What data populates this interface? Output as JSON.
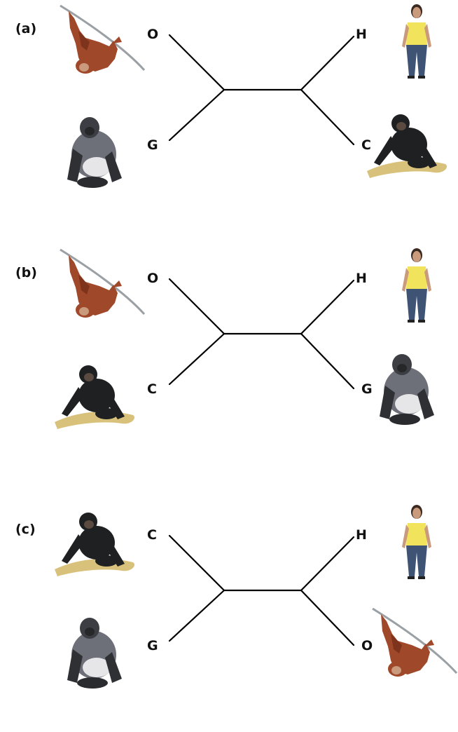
{
  "panels": [
    {
      "label": "(a)",
      "leaves": {
        "top_left": "O",
        "bottom_left": "G",
        "top_right": "H",
        "bottom_right": "C"
      },
      "icons": {
        "top_left": "orangutan-icon",
        "bottom_left": "gorilla-icon",
        "top_right": "human-icon",
        "bottom_right": "chimpanzee-icon"
      }
    },
    {
      "label": "(b)",
      "leaves": {
        "top_left": "O",
        "bottom_left": "C",
        "top_right": "H",
        "bottom_right": "G"
      },
      "icons": {
        "top_left": "orangutan-icon",
        "bottom_left": "chimpanzee-icon",
        "top_right": "human-icon",
        "bottom_right": "gorilla-icon"
      }
    },
    {
      "label": "(c)",
      "leaves": {
        "top_left": "C",
        "bottom_left": "G",
        "top_right": "H",
        "bottom_right": "O"
      },
      "icons": {
        "top_left": "chimpanzee-icon",
        "bottom_left": "gorilla-icon",
        "top_right": "human-icon",
        "bottom_right": "orangutan-icon"
      }
    }
  ],
  "colors": {
    "orangutan": "#a0482a",
    "gorilla": "#6d7078",
    "chimpanzee": "#1e2022",
    "branch": "#d8c17a",
    "human_shirt": "#f2e35c",
    "human_jeans": "#3f5475",
    "skin": "#c99a7c"
  }
}
